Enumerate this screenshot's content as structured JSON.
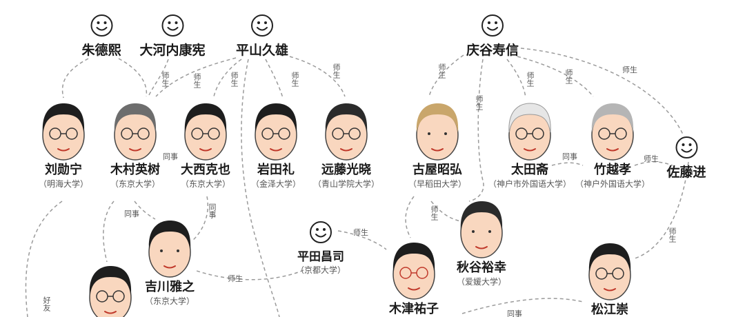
{
  "smileys": [
    {
      "id": "zhu",
      "name": "朱德熙"
    },
    {
      "id": "okochi",
      "name": "大河内康宪"
    },
    {
      "id": "hirayama",
      "name": "平山久雄"
    },
    {
      "id": "keiya",
      "name": "庆谷寿信"
    },
    {
      "id": "sato",
      "name": "佐藤进"
    },
    {
      "id": "hirata",
      "name": "平田昌司",
      "affiliation": "（京都大学）"
    }
  ],
  "people": [
    {
      "id": "liu",
      "name": "刘勋宁",
      "affiliation": "（明海大学）"
    },
    {
      "id": "kimura",
      "name": "木村英树",
      "affiliation": "（东京大学）"
    },
    {
      "id": "onishi",
      "name": "大西克也",
      "affiliation": "（东京大学）"
    },
    {
      "id": "iwata",
      "name": "岩田礼",
      "affiliation": "（金泽大学）"
    },
    {
      "id": "endo",
      "name": "远藤光晓",
      "affiliation": "（青山学院大学）"
    },
    {
      "id": "furuya",
      "name": "古屋昭弘",
      "affiliation": "（早稻田大学）"
    },
    {
      "id": "ota",
      "name": "太田斋",
      "affiliation": "（神户市外国语大学）"
    },
    {
      "id": "takekoshi",
      "name": "竹越孝",
      "affiliation": "（神户外国语大学）"
    },
    {
      "id": "yoshikawa",
      "name": "吉川雅之",
      "affiliation": "（东京大学）"
    },
    {
      "id": "akitani",
      "name": "秋谷裕幸",
      "affiliation": "（爱媛大学）"
    },
    {
      "id": "kizu",
      "name": "木津祐子"
    },
    {
      "id": "matsue",
      "name": "松江崇"
    },
    {
      "id": "bottom",
      "name": ""
    }
  ],
  "relations": {
    "teacher_student": "师生",
    "colleague": "同事",
    "friend": "好友"
  }
}
